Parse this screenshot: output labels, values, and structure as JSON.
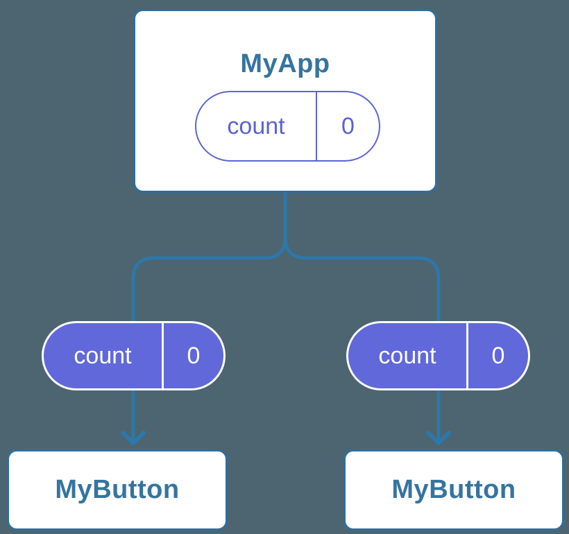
{
  "diagram": {
    "description": "Component tree sharing state from parent to children",
    "root_node": {
      "label": "MyApp",
      "state_pill": {
        "key": "count",
        "value": "0"
      }
    },
    "child_nodes": [
      {
        "label": "MyButton",
        "prop_pill": {
          "key": "count",
          "value": "0"
        }
      },
      {
        "label": "MyButton",
        "prop_pill": {
          "key": "count",
          "value": "0"
        }
      }
    ],
    "colors": {
      "background": "#4C6570",
      "connector": "#2E77A9",
      "node_border": "#2E6E9E",
      "node_fill": "#FFFFFF",
      "node_text": "#35749F",
      "pill_fill": "#6168D9",
      "pill_outline": "#5D64D2",
      "pill_text_on_fill": "#FFFFFF"
    }
  }
}
